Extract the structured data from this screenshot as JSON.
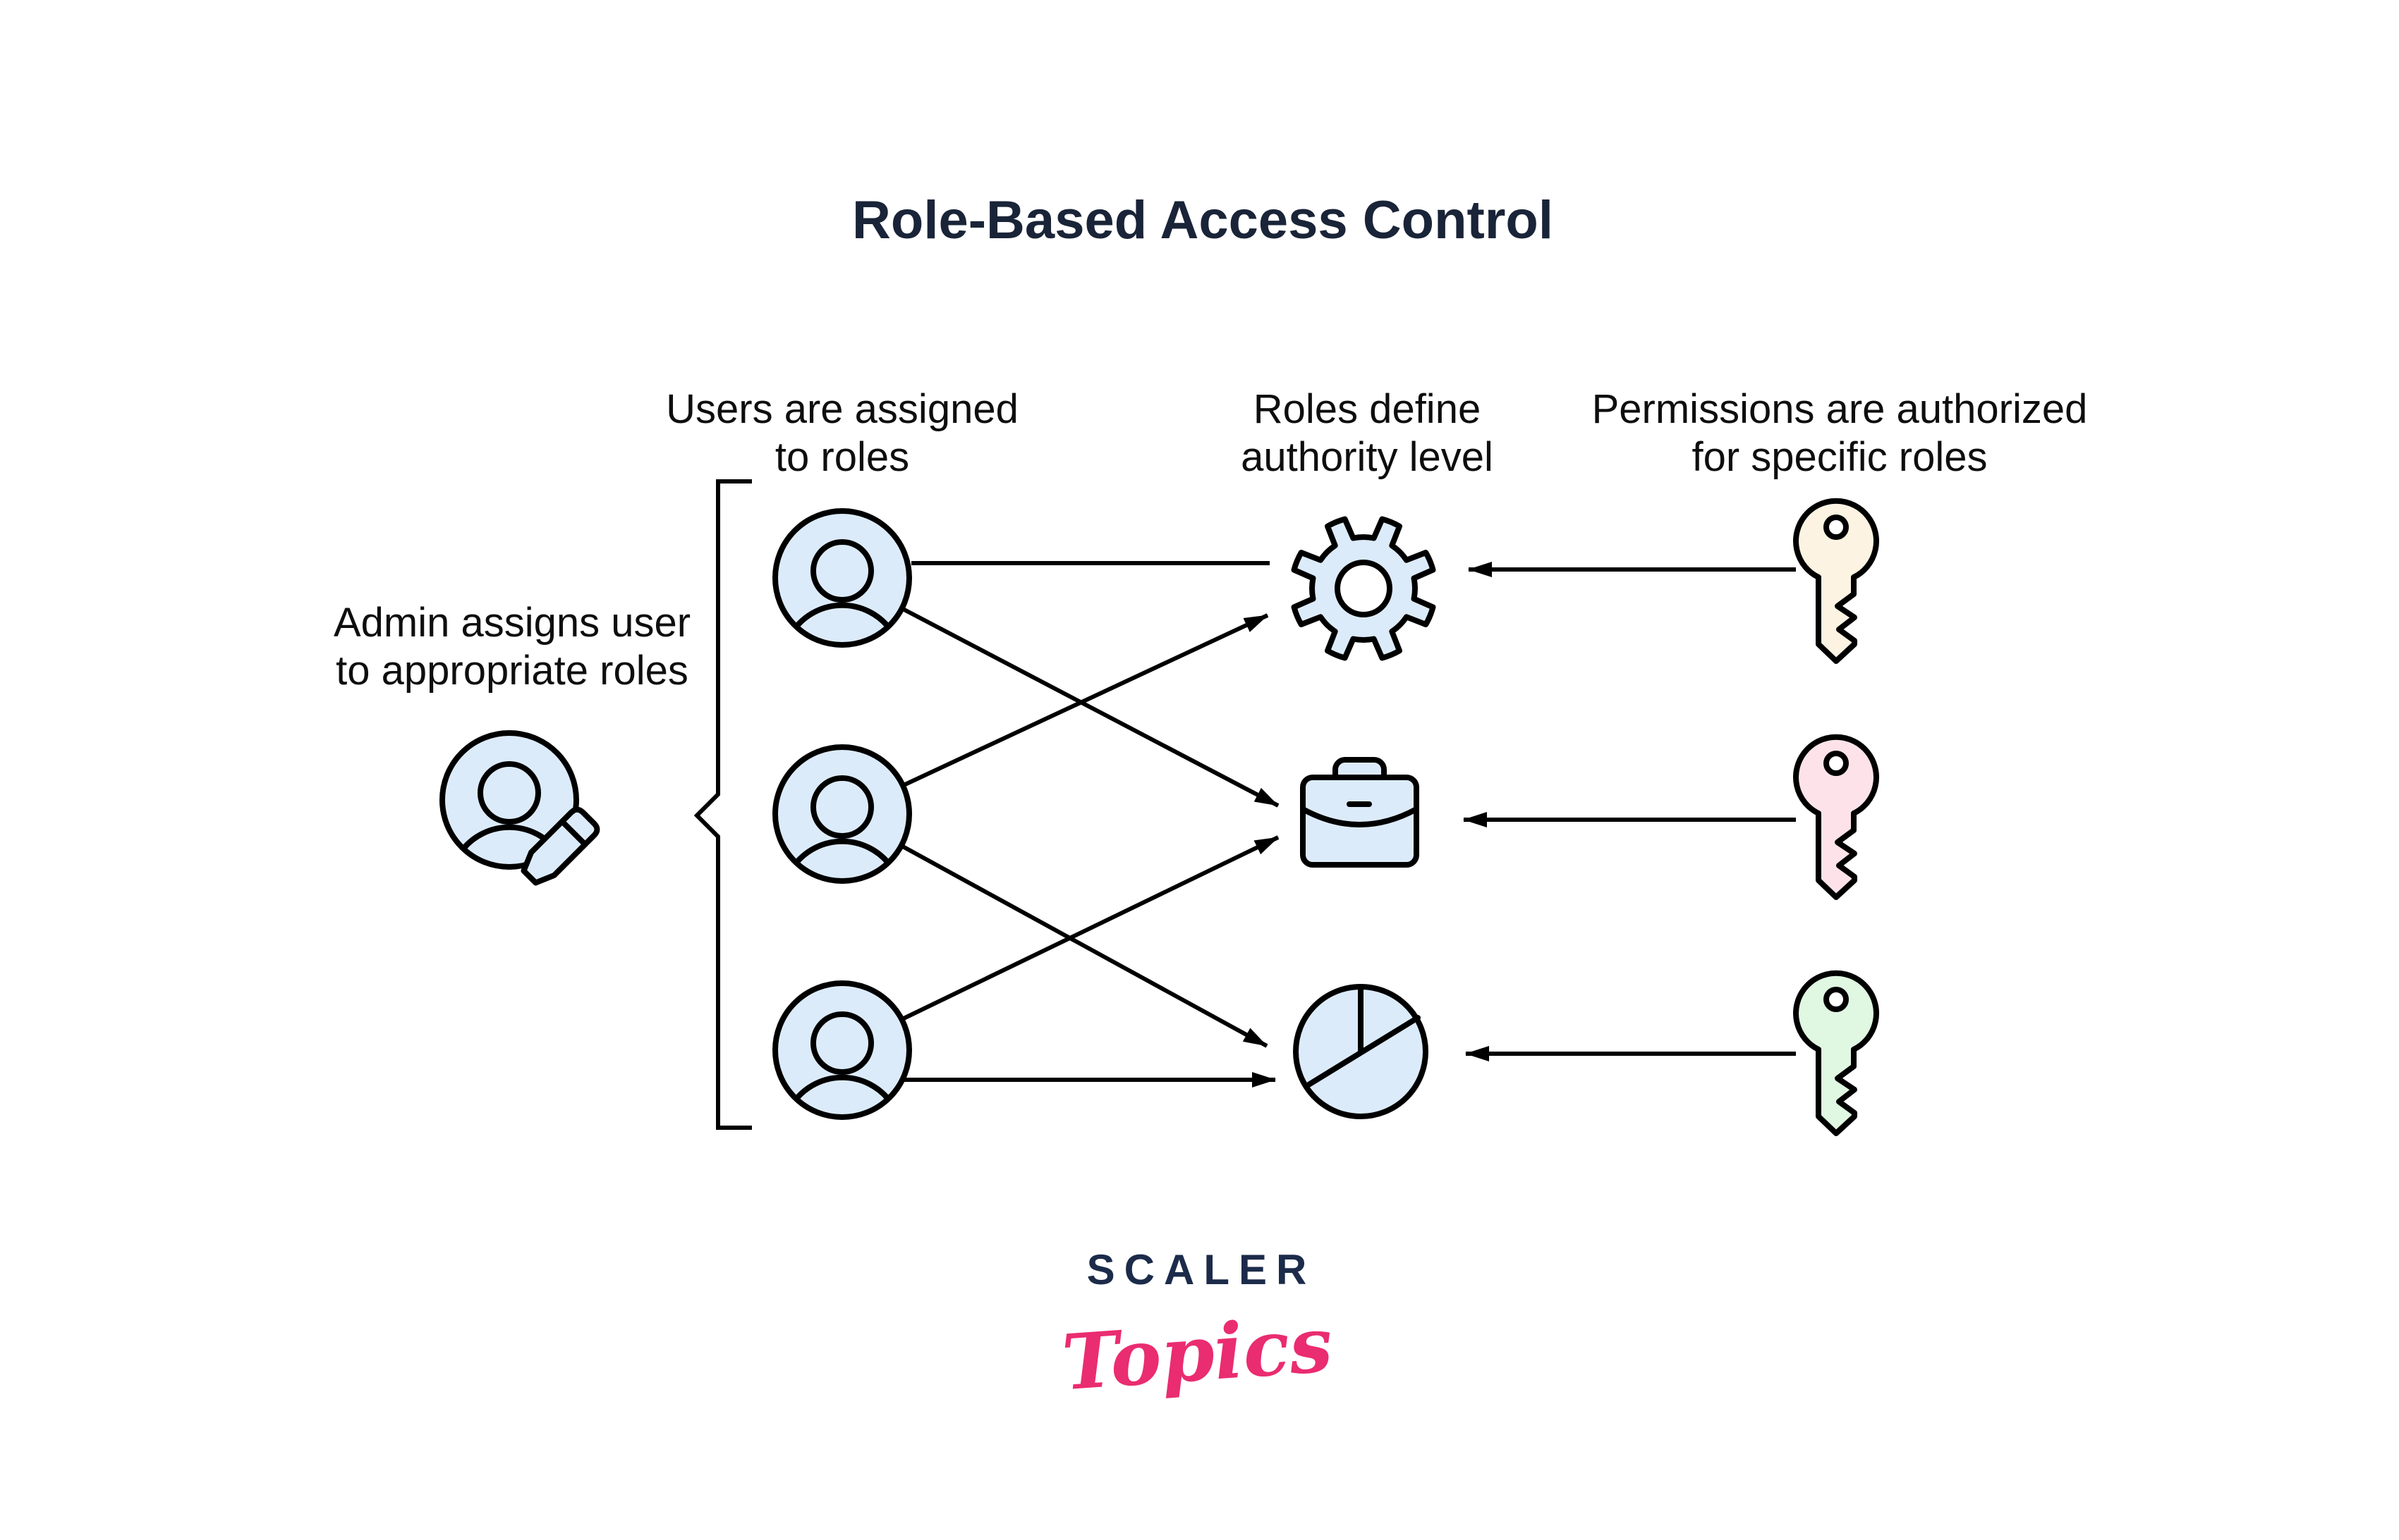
{
  "title": {
    "text": "Role-Based Access Control"
  },
  "annotations": {
    "admin_label": [
      "Admin assigns user",
      "to appropriate roles"
    ],
    "users_header": [
      "Users are assigned",
      "to roles"
    ],
    "roles_header": [
      "Roles define",
      "authority level"
    ],
    "permissions_header": [
      "Permissions are authorized",
      "for specific roles"
    ]
  },
  "icons": {
    "admin": "admin-user-with-pencil-icon",
    "users": [
      "user-icon",
      "user-icon",
      "user-icon"
    ],
    "roles": [
      "gear-icon",
      "briefcase-icon",
      "pie-chart-icon"
    ],
    "permissions": [
      "key-icon-cream",
      "key-icon-pink",
      "key-icon-green"
    ]
  },
  "connections": {
    "user_to_role": [
      {
        "from": "user-1",
        "to": "role-gear",
        "arrowhead": false
      },
      {
        "from": "user-1",
        "to": "role-briefcase",
        "arrowhead": true
      },
      {
        "from": "user-2",
        "to": "role-gear",
        "arrowhead": true
      },
      {
        "from": "user-2",
        "to": "role-pie-chart",
        "arrowhead": true
      },
      {
        "from": "user-3",
        "to": "role-briefcase",
        "arrowhead": true
      },
      {
        "from": "user-3",
        "to": "role-pie-chart",
        "arrowhead": true
      }
    ],
    "permission_to_role": [
      {
        "from": "key-1",
        "to": "role-gear",
        "arrowhead": true
      },
      {
        "from": "key-2",
        "to": "role-briefcase",
        "arrowhead": true
      },
      {
        "from": "key-3",
        "to": "role-pie-chart",
        "arrowhead": true
      }
    ]
  },
  "logo": {
    "primary": "SCALER",
    "secondary": "Topics"
  },
  "colors": {
    "icon_blue": "#dcebfa",
    "key_cream": "#fcf3e2",
    "key_pink": "#fde3e9",
    "key_green": "#e0f7e2",
    "title_navy": "#1a2438",
    "logo_navy": "#1c2b4a",
    "logo_pink": "#ea2c70",
    "text": "#0e0e0e",
    "outline": "#000000"
  }
}
